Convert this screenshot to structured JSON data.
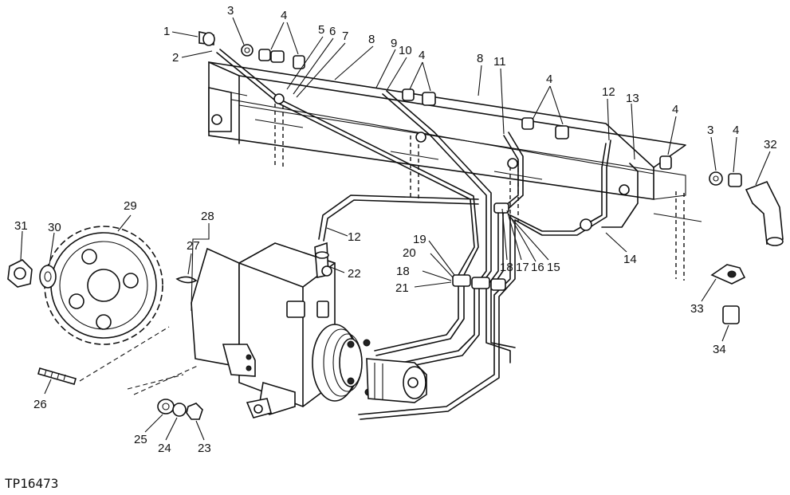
{
  "figure_code": "TP16473",
  "callouts": [
    "1",
    "2",
    "3",
    "4",
    "5",
    "6",
    "7",
    "8",
    "9",
    "10",
    "11",
    "12",
    "13",
    "14",
    "15",
    "16",
    "17",
    "18",
    "19",
    "20",
    "21",
    "22",
    "23",
    "24",
    "25",
    "26",
    "27",
    "28",
    "29",
    "30",
    "31",
    "32",
    "33",
    "34"
  ]
}
